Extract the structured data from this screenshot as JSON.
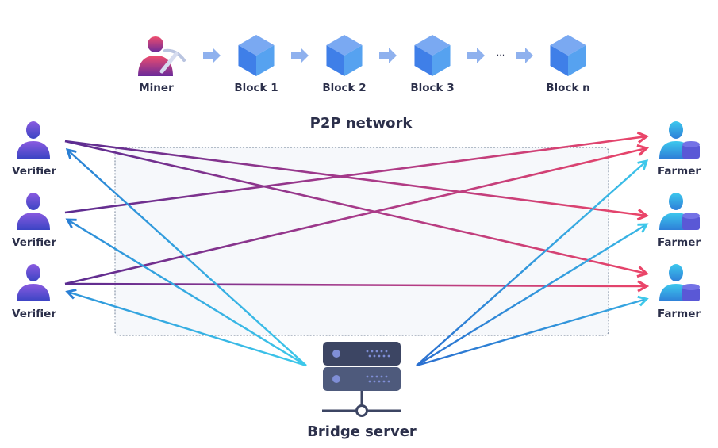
{
  "chain": {
    "miner_label": "Miner",
    "blocks": [
      "Block 1",
      "Block 2",
      "Block 3",
      "Block n"
    ],
    "ellipsis": "..."
  },
  "network": {
    "title": "P2P network"
  },
  "verifiers": {
    "labels": [
      "Verifier",
      "Verifier",
      "Verifier"
    ]
  },
  "farmers": {
    "labels": [
      "Farmer",
      "Farmer",
      "Farmer"
    ]
  },
  "bridge": {
    "label": "Bridge server"
  },
  "connections": {
    "verifier_to_farmer": [
      {
        "from": 0,
        "to": 1
      },
      {
        "from": 0,
        "to": 2
      },
      {
        "from": 1,
        "to": 0
      },
      {
        "from": 2,
        "to": 0
      },
      {
        "from": 2,
        "to": 2
      }
    ],
    "bridge_to_verifier": [
      0,
      1,
      2
    ],
    "bridge_to_farmer": [
      0,
      1,
      2
    ]
  },
  "colors": {
    "text": "#2b2f4a",
    "purple": "#5b2c91",
    "pink": "#e9446a",
    "cyan": "#37c6e8",
    "blue": "#2a7fd4",
    "cube": "#4f8ef0",
    "arrow": "#8fb1ee",
    "server_top": "#3c4563",
    "server_bottom": "#4e5a7c",
    "box_fill": "#f6f8fb",
    "box_stroke": "#8a97aa"
  }
}
